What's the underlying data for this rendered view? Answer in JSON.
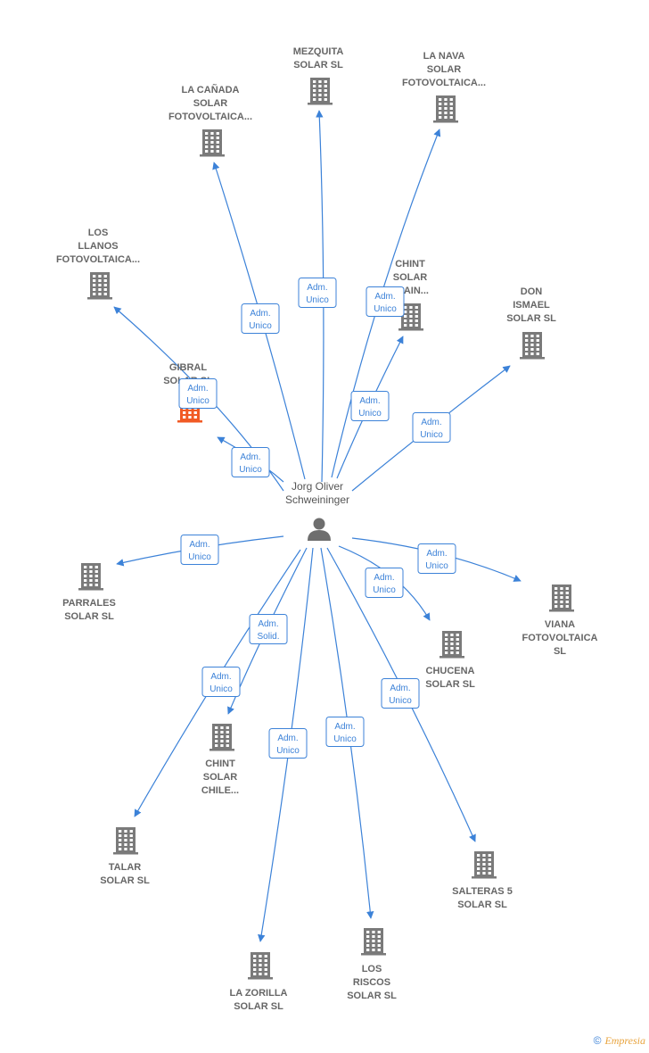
{
  "center": {
    "name_lines": [
      "Jorg Oliver",
      "Schweininger"
    ],
    "icon": "person-icon"
  },
  "companies": [
    {
      "id": "mezquita",
      "lines": [
        "MEZQUITA",
        "SOLAR  SL"
      ],
      "icon": "building-icon",
      "highlight": false
    },
    {
      "id": "la-nava",
      "lines": [
        "LA NAVA",
        "SOLAR",
        "FOTOVOLTAICA..."
      ],
      "icon": "building-icon",
      "highlight": false
    },
    {
      "id": "la-canada",
      "lines": [
        "LA CAÑADA",
        "SOLAR",
        "FOTOVOLTAICA..."
      ],
      "icon": "building-icon",
      "highlight": false
    },
    {
      "id": "los-llanos",
      "lines": [
        "LOS",
        "LLANOS",
        "FOTOVOLTAICA..."
      ],
      "icon": "building-icon",
      "highlight": false
    },
    {
      "id": "chint-spain",
      "lines": [
        "CHINT",
        "SOLAR",
        "SPAIN..."
      ],
      "icon": "building-icon",
      "highlight": false
    },
    {
      "id": "don-ismael",
      "lines": [
        "DON",
        "ISMAEL",
        "SOLAR  SL"
      ],
      "icon": "building-icon",
      "highlight": false
    },
    {
      "id": "gibral",
      "lines": [
        "GIBRAL",
        "SOLAR  SL"
      ],
      "icon": "building-icon",
      "highlight": true
    },
    {
      "id": "parrales",
      "lines": [
        "PARRALES",
        "SOLAR  SL"
      ],
      "icon": "building-icon",
      "highlight": false
    },
    {
      "id": "viana",
      "lines": [
        "VIANA",
        "FOTOVOLTAICA",
        "SL"
      ],
      "icon": "building-icon",
      "highlight": false
    },
    {
      "id": "chucena",
      "lines": [
        "CHUCENA",
        "SOLAR  SL"
      ],
      "icon": "building-icon",
      "highlight": false
    },
    {
      "id": "chint-chile",
      "lines": [
        "CHINT",
        "SOLAR",
        "CHILE..."
      ],
      "icon": "building-icon",
      "highlight": false
    },
    {
      "id": "talar",
      "lines": [
        "TALAR",
        "SOLAR  SL"
      ],
      "icon": "building-icon",
      "highlight": false
    },
    {
      "id": "salteras",
      "lines": [
        "SALTERAS 5",
        "SOLAR  SL"
      ],
      "icon": "building-icon",
      "highlight": false
    },
    {
      "id": "la-zorilla",
      "lines": [
        "LA ZORILLA",
        "SOLAR  SL"
      ],
      "icon": "building-icon",
      "highlight": false
    },
    {
      "id": "los-riscos",
      "lines": [
        "LOS",
        "RISCOS",
        "SOLAR  SL"
      ],
      "icon": "building-icon",
      "highlight": false
    }
  ],
  "edges": [
    {
      "to": "mezquita",
      "label": [
        "Adm.",
        "Unico"
      ]
    },
    {
      "to": "la-nava",
      "label": [
        "Adm.",
        "Unico"
      ]
    },
    {
      "to": "la-canada",
      "label": [
        "Adm.",
        "Unico"
      ]
    },
    {
      "to": "los-llanos",
      "label": [
        "Adm.",
        "Unico"
      ]
    },
    {
      "to": "chint-spain",
      "label": [
        "Adm.",
        "Unico"
      ]
    },
    {
      "to": "don-ismael",
      "label": [
        "Adm.",
        "Unico"
      ]
    },
    {
      "to": "gibral",
      "label": [
        "Adm.",
        "Unico"
      ]
    },
    {
      "to": "parrales",
      "label": [
        "Adm.",
        "Unico"
      ]
    },
    {
      "to": "viana",
      "label": [
        "Adm.",
        "Unico"
      ]
    },
    {
      "to": "chucena",
      "label": [
        "Adm.",
        "Unico"
      ]
    },
    {
      "to": "chint-chile",
      "label": [
        "Adm.",
        "Solid."
      ]
    },
    {
      "to": "talar",
      "label": [
        "Adm.",
        "Unico"
      ]
    },
    {
      "to": "salteras",
      "label": [
        "Adm.",
        "Unico"
      ]
    },
    {
      "to": "la-zorilla",
      "label": [
        "Adm.",
        "Unico"
      ]
    },
    {
      "to": "los-riscos",
      "label": [
        "Adm.",
        "Unico"
      ]
    }
  ],
  "colors": {
    "edge": "#3c82d8",
    "node": "#7a7a7a",
    "highlight": "#f15a24"
  },
  "brand": {
    "symbol": "©",
    "name": "Empresia"
  }
}
